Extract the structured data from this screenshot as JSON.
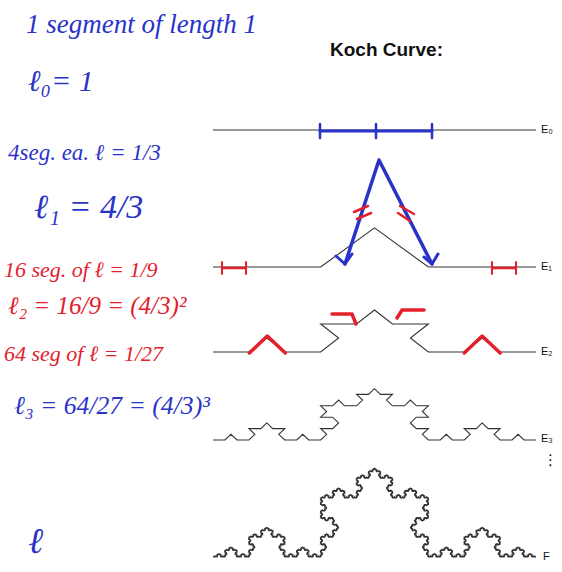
{
  "diagram": {
    "title": "Koch Curve:",
    "labels": [
      "1 segment of length 1",
      "ℓ₀= 1",
      "4seg. ea. ℓ = 1/3",
      "ℓ₁ = 4/3",
      "16 seg. of ℓ = 1/9",
      "ℓ₂ = 16/9 = (4/3)²",
      "64 seg of ℓ = 1/27",
      "ℓ₃ = 64/27 = (4/3)³",
      "E₀",
      "E₁",
      "E₂",
      "E₃",
      "⋮",
      "F",
      "ℓ"
    ]
  }
}
